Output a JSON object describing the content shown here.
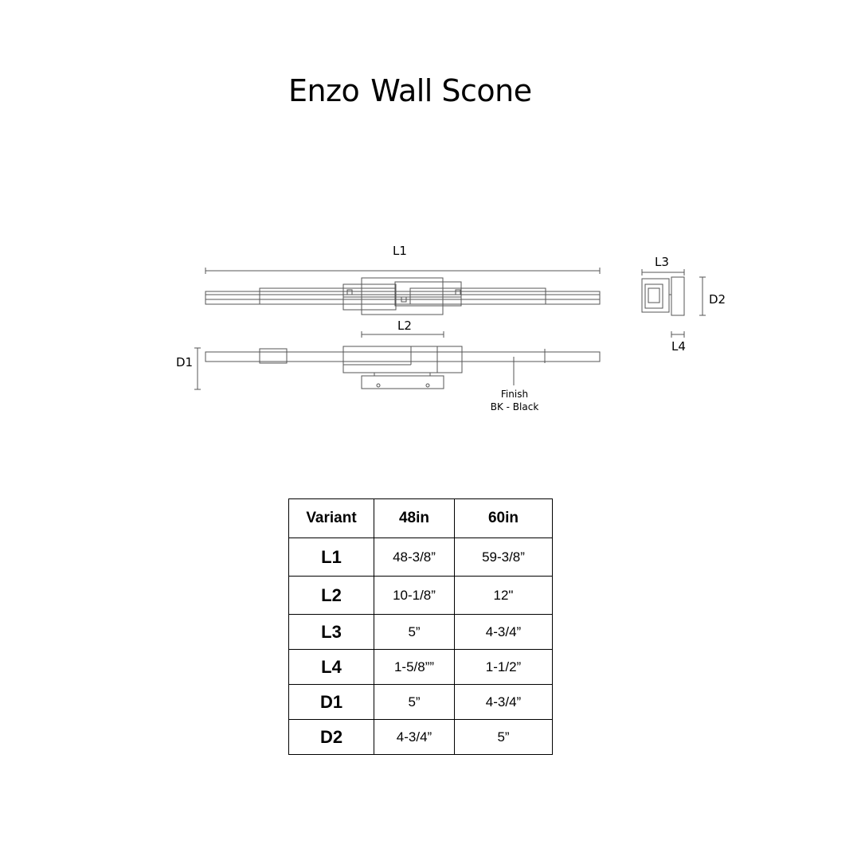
{
  "title": {
    "word1": "Enzo",
    "word2": "Wall Scone"
  },
  "drawing": {
    "labels": {
      "l1": "L1",
      "l2": "L2",
      "l3": "L3",
      "l4": "L4",
      "d1": "D1",
      "d2": "D2"
    },
    "finish_note": {
      "line1": "Finish",
      "line2": "BK - Black"
    }
  },
  "spec_table": {
    "headers": [
      "Variant",
      "48in",
      "60in"
    ],
    "rows": [
      {
        "variant": "L1",
        "v48": "48-3/8”",
        "v60": "59-3/8”"
      },
      {
        "variant": "L2",
        "v48": "10-1/8”",
        "v60": "12\""
      },
      {
        "variant": "L3",
        "v48": "5”",
        "v60": "4-3/4”"
      },
      {
        "variant": "L4",
        "v48": "1-5/8””",
        "v60": "1-1/2”"
      },
      {
        "variant": "D1",
        "v48": "5”",
        "v60": "4-3/4”"
      },
      {
        "variant": "D2",
        "v48": "4-3/4”",
        "v60": "5”"
      }
    ]
  }
}
